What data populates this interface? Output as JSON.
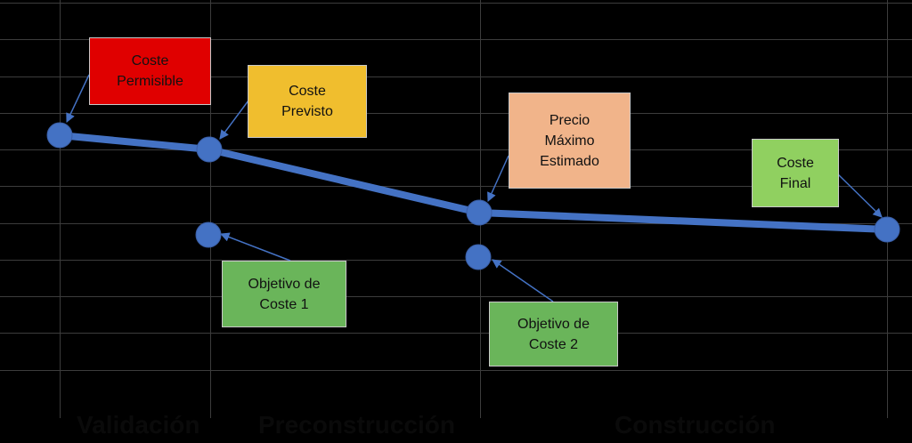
{
  "boxes": {
    "permisible": "Coste\nPermisible",
    "previsto": "Coste\nPrevisto",
    "maximo": "Precio\nMáximo\nEstimado",
    "final": "Coste\nFinal",
    "objetivo1": "Objetivo de\nCoste 1",
    "objetivo2": "Objetivo de\nCoste 2"
  },
  "phases": {
    "validacion": "Validación",
    "preconstruccion": "Preconstrucción",
    "construccion": "Construcción"
  },
  "colors": {
    "background": "#000000",
    "line": "#4472c4",
    "point": "#4472c4",
    "permisible": "#e00000",
    "previsto": "#f0be2e",
    "maximo": "#f1b48a",
    "final": "#90d060",
    "objetivo": "#6ab55a"
  }
}
